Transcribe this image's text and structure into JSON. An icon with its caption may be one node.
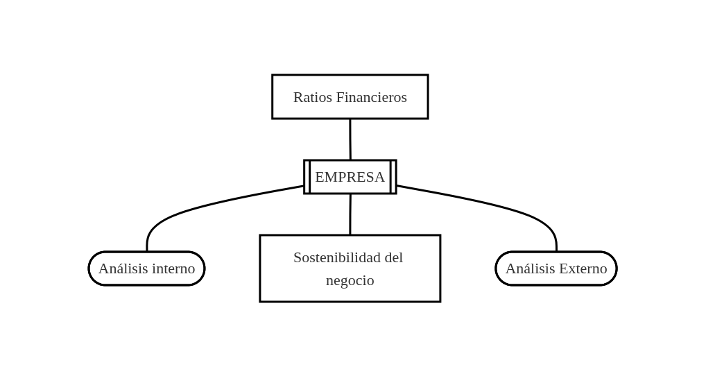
{
  "diagram": {
    "nodes": [
      {
        "text": [
          "Análisis interno"
        ]
      },
      {
        "text": [
          "Ratios Financieros"
        ]
      },
      {
        "text": [
          "EMPRESA"
        ]
      },
      {
        "text": [
          "Sostenibilidad del negocio"
        ]
      },
      {
        "text": [
          "Análisis Externo"
        ]
      }
    ],
    "edges": [
      {
        "from": 2,
        "to": 0,
        "arrow": "none"
      },
      {
        "from": 1,
        "to": 2,
        "arrow": "none"
      },
      {
        "from": 2,
        "to": 3,
        "arrow": "none"
      },
      {
        "from": 2,
        "to": 4,
        "arrow": "none"
      }
    ]
  }
}
